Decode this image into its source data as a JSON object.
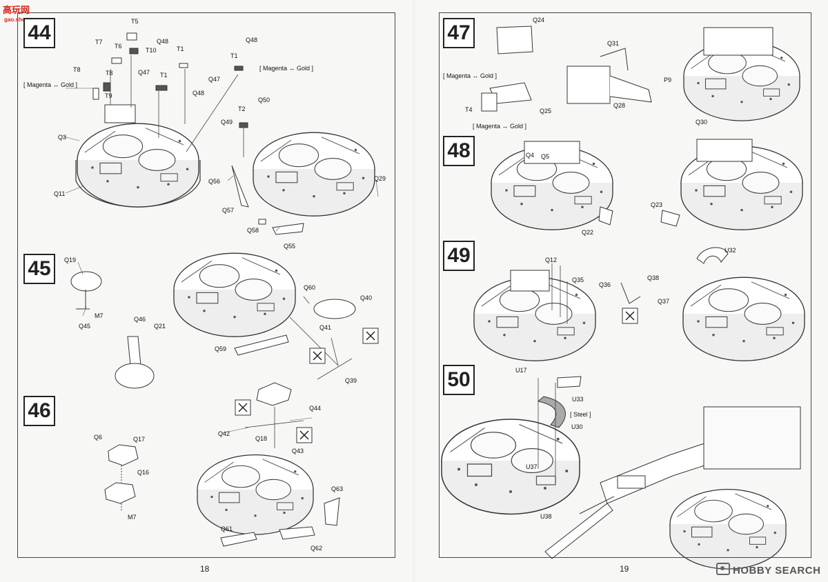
{
  "watermark": {
    "site_text": "高玩网",
    "site_url_text": "gao.shou.com"
  },
  "pages": {
    "left_number": "18",
    "right_number": "19"
  },
  "brand": {
    "text": "HOBBY SEARCH"
  },
  "steps": {
    "s44": {
      "number": "44",
      "labels": {
        "t5": "T5",
        "t7": "T7",
        "t6": "T6",
        "t10": "T10",
        "q48a": "Q48",
        "t1a": "T1",
        "q48b": "Q48",
        "t1b": "T1",
        "magenta_gold_right": "[ Magenta ↔ Gold ]",
        "t8a": "T8",
        "t8b": "T8",
        "q47a": "Q47",
        "t1c": "T1",
        "q47b": "Q47",
        "magenta_gold_left": "[ Magenta ↔ Gold ]",
        "q48c": "Q48",
        "t9": "T9",
        "q50": "Q50",
        "t2": "T2",
        "q49": "Q49",
        "q3": "Q3",
        "q11": "Q11",
        "q56": "Q56",
        "q29": "Q29",
        "q57": "Q57",
        "q58": "Q58",
        "q55": "Q55"
      }
    },
    "s45": {
      "number": "45",
      "labels": {
        "q19": "Q19",
        "m7": "M7",
        "q45": "Q45",
        "q46": "Q46",
        "q21": "Q21",
        "q60": "Q60",
        "q40": "Q40",
        "q41": "Q41",
        "q59": "Q59",
        "q39": "Q39"
      }
    },
    "s46": {
      "number": "46",
      "labels": {
        "q44": "Q44",
        "q42": "Q42",
        "q18": "Q18",
        "q43": "Q43",
        "q6": "Q6",
        "q17": "Q17",
        "q16": "Q16",
        "m7": "M7",
        "q63": "Q63",
        "q61": "Q61",
        "q62": "Q62"
      }
    },
    "s47": {
      "number": "47",
      "labels": {
        "q24": "Q24",
        "q31": "Q31",
        "magenta_gold_a": "[ Magenta ↔ Gold ]",
        "p9": "P9",
        "t4": "T4",
        "q25": "Q25",
        "q28": "Q28",
        "magenta_gold_b": "[ Magenta ↔ Gold ]",
        "q30": "Q30"
      }
    },
    "s48": {
      "number": "48",
      "labels": {
        "q4": "Q4",
        "q5": "Q5",
        "q23": "Q23",
        "q22": "Q22"
      }
    },
    "s49": {
      "number": "49",
      "labels": {
        "q12": "Q12",
        "q35": "Q35",
        "q36": "Q36",
        "q38": "Q38",
        "q37": "Q37",
        "u32": "U32"
      }
    },
    "s50": {
      "number": "50",
      "labels": {
        "u17": "U17",
        "u33": "U33",
        "steel": "[ Steel ]",
        "u30": "U30",
        "u37": "U37",
        "u38": "U38"
      }
    }
  }
}
